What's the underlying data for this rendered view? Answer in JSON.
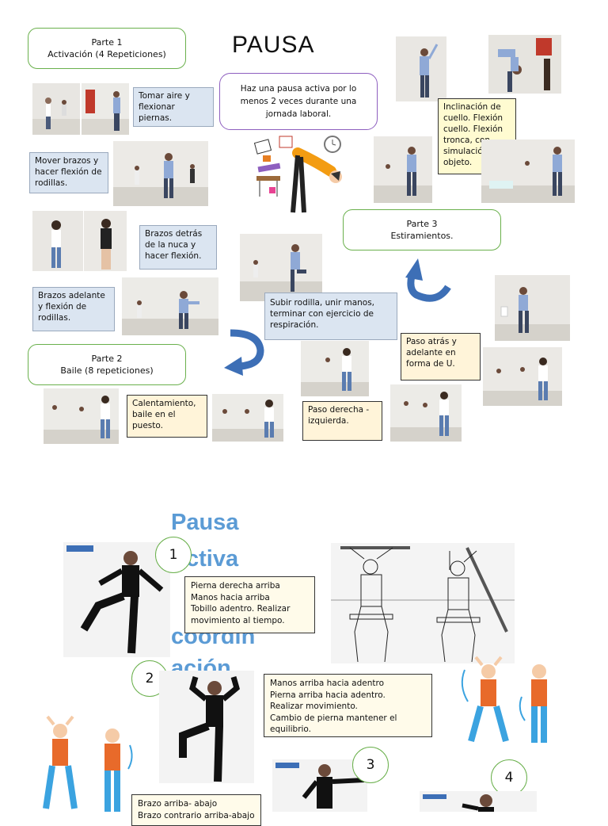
{
  "header": {
    "title": "PAUSA"
  },
  "parts": {
    "part1": {
      "title": "Parte 1",
      "subtitle": "Activación (4 Repeticiones)"
    },
    "part2": {
      "title": "Parte 2",
      "subtitle": "Baile (8 repeticiones)"
    },
    "part3": {
      "title": "Parte 3",
      "subtitle": "Estiramientos."
    }
  },
  "intro": "Haz una pausa activa por lo menos 2 veces durante una jornada laboral.",
  "notes": {
    "breathe": "Tomar aire y flexionar piernas.",
    "arms_knees": "Mover brazos y hacer flexión de rodillas.",
    "nape": "Brazos detrás de la nuca y hacer flexión.",
    "arms_forward": "Brazos adelante y flexión de rodillas.",
    "knee_up": "Subir rodilla, unir manos, terminar con ejercicio de respiración.",
    "neck": "Inclinación de cuello. Flexión cuello. Flexión tronca, con simulación objeto.",
    "u_step": "Paso atrás y adelante en forma de U.",
    "warmup": "Calentamiento, baile en el puesto.",
    "side_step": "Paso derecha - izquierda."
  },
  "section2": {
    "title_lines": [
      "Pausa",
      "ctiva",
      "coordin",
      "ación"
    ],
    "steps": [
      {
        "number": "1",
        "text": [
          "Pierna derecha arriba",
          "Manos hacia arriba",
          "Tobillo adentro. Realizar",
          "movimiento al tiempo."
        ]
      },
      {
        "number": "2",
        "text": [
          "Manos arriba hacia adentro",
          "Pierna arriba hacia adentro.",
          "Realizar movimiento.",
          "Cambio de pierna mantener el equilibrio."
        ]
      },
      {
        "number": "3",
        "text": []
      },
      {
        "number": "4",
        "text": []
      }
    ],
    "bottom_note": [
      "Brazo arriba- abajo",
      "Brazo contrario arriba-abajo"
    ]
  },
  "colors": {
    "accent_green": "#6ab04c",
    "accent_blue": "#3d6fb6",
    "title_blue": "#5b9bd5"
  }
}
